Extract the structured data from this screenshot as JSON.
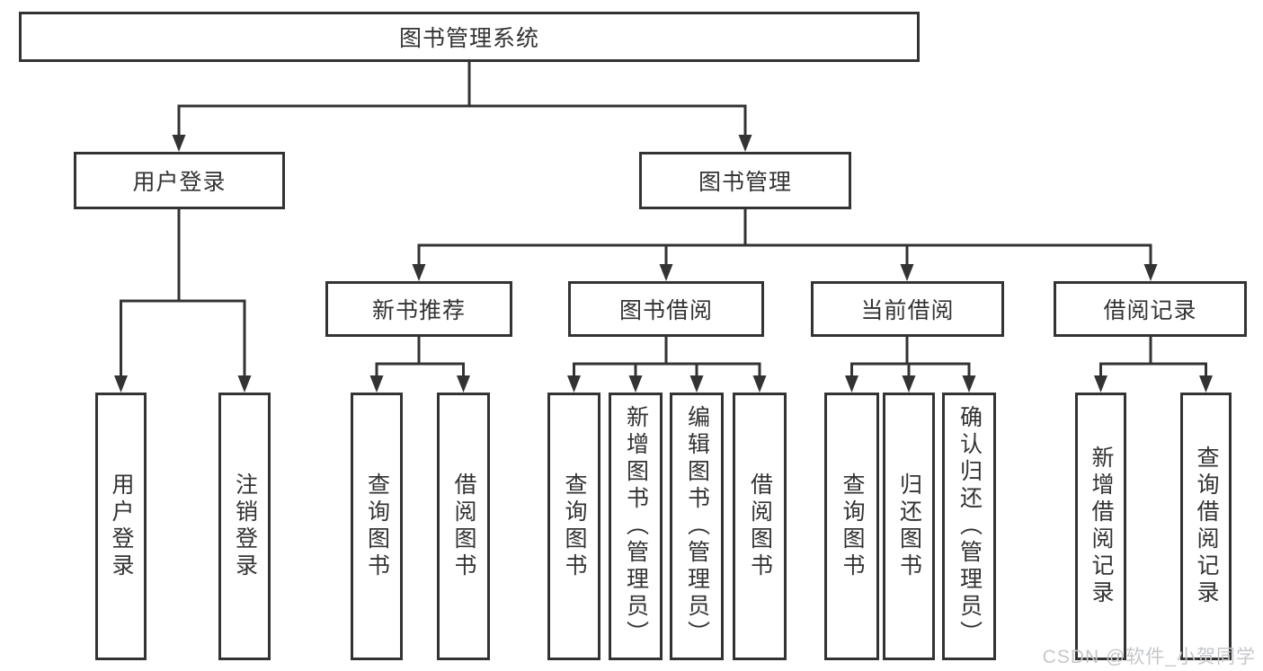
{
  "diagram": {
    "root": {
      "label": "图书管理系统"
    },
    "level2": [
      {
        "label": "用户登录"
      },
      {
        "label": "图书管理"
      }
    ],
    "level3": [
      {
        "label": "新书推荐"
      },
      {
        "label": "图书借阅"
      },
      {
        "label": "当前借阅"
      },
      {
        "label": "借阅记录"
      }
    ],
    "leaves": [
      {
        "label": "用户登录"
      },
      {
        "label": "注销登录"
      },
      {
        "label": "查询图书"
      },
      {
        "label": "借阅图书"
      },
      {
        "label": "查询图书"
      },
      {
        "label": "新增图书（管理员）"
      },
      {
        "label": "编辑图书（管理员）"
      },
      {
        "label": "借阅图书"
      },
      {
        "label": "查询图书"
      },
      {
        "label": "归还图书"
      },
      {
        "label": "确认归还（管理员）"
      },
      {
        "label": "新增借阅记录"
      },
      {
        "label": "查询借阅记录"
      }
    ]
  },
  "watermark": {
    "text": "CSDN @软件_小贺同学"
  },
  "colors": {
    "line": "#333333",
    "box_border": "#333333",
    "text": "#333333",
    "watermark": "#c5c7ca",
    "background": "#ffffff"
  }
}
